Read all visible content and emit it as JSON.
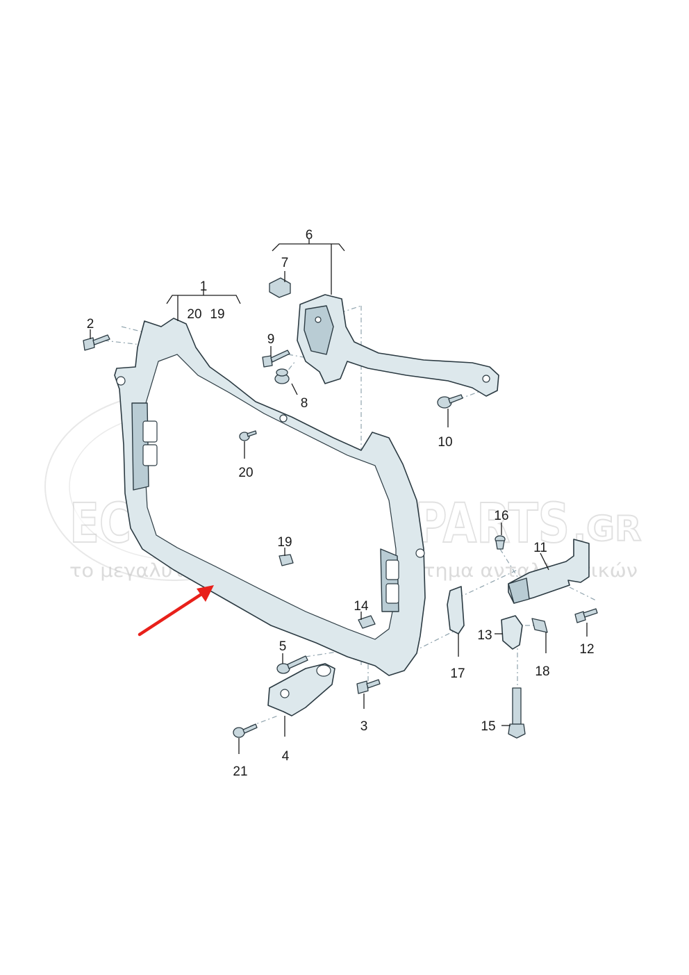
{
  "watermark": {
    "brand": "ECONOMYCARPARTS",
    "domain": ".GR",
    "tagline": "το μεγαλύτερο ηλεκτρονικό κατάστημα ανταλλακτικών"
  },
  "callouts": {
    "c1": "1",
    "c2": "2",
    "c3": "3",
    "c4": "4",
    "c5": "5",
    "c6": "6",
    "c7": "7",
    "c8": "8",
    "c9": "9",
    "c10": "10",
    "c11": "11",
    "c12": "12",
    "c13": "13",
    "c14": "14",
    "c15": "15",
    "c16": "16",
    "c17": "17",
    "c18": "18",
    "c19a": "19",
    "c19b": "19",
    "c20a": "20",
    "c20b": "20",
    "c21": "21"
  },
  "arrow": {
    "color": "#e8201a"
  },
  "colors": {
    "part_fill": "#dde8ec",
    "outline": "#2b3a42"
  }
}
